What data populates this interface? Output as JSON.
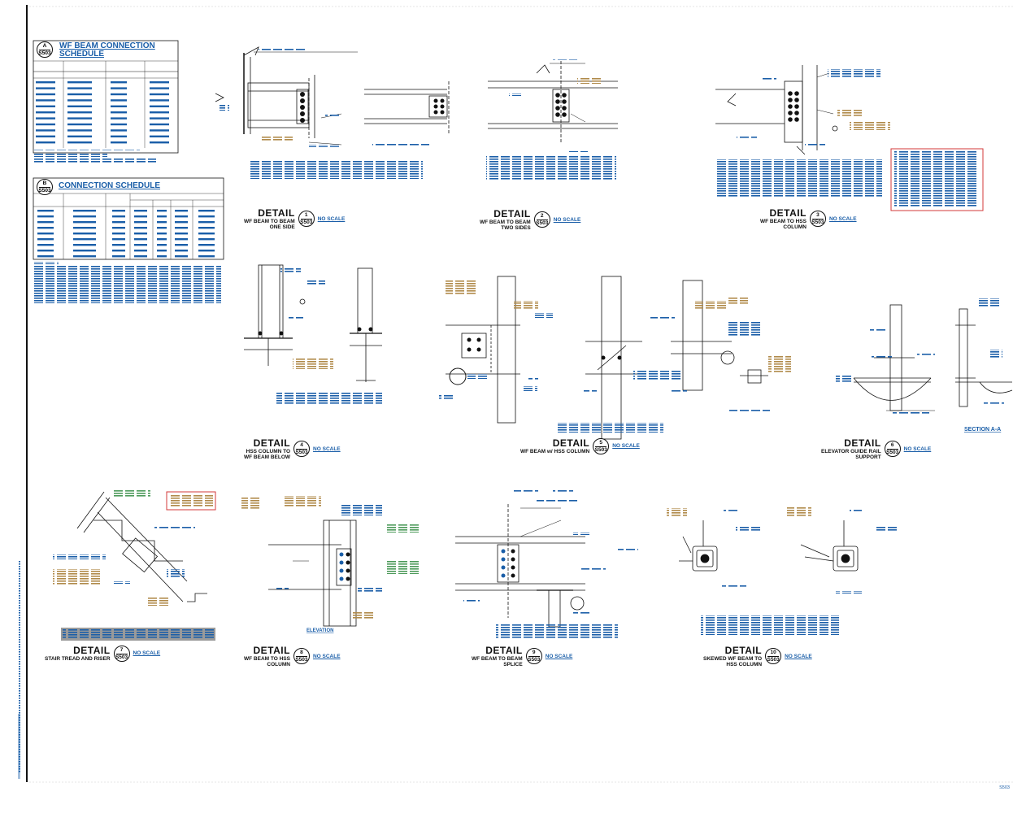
{
  "schedules": {
    "wf_beam": {
      "title_line1": "WF BEAM CONNECTION",
      "title_line2": "SCHEDULE",
      "bubble_top": "A",
      "bubble_bottom": "S503"
    },
    "connection": {
      "title": "CONNECTION SCHEDULE",
      "bubble_top": "B",
      "bubble_bottom": "S503"
    }
  },
  "details": [
    {
      "id": "d1",
      "word": "DETAIL",
      "line1": "WF BEAM TO BEAM",
      "line2": "ONE SIDE",
      "num": "1",
      "sheet": "S503",
      "scale": "NO SCALE"
    },
    {
      "id": "d2",
      "word": "DETAIL",
      "line1": "WF BEAM TO BEAM",
      "line2": "TWO SIDES",
      "num": "2",
      "sheet": "S503",
      "scale": "NO SCALE"
    },
    {
      "id": "d3",
      "word": "DETAIL",
      "line1": "WF BEAM TO HSS",
      "line2": "COLUMN",
      "num": "3",
      "sheet": "S503",
      "scale": "NO SCALE"
    },
    {
      "id": "d4",
      "word": "DETAIL",
      "line1": "HSS COLUMN TO",
      "line2": "WF BEAM BELOW",
      "num": "4",
      "sheet": "S503",
      "scale": "NO SCALE"
    },
    {
      "id": "d5",
      "word": "DETAIL",
      "line1": "WF BEAM w/ HSS COLUMN",
      "line2": "",
      "num": "5",
      "sheet": "S503",
      "scale": "NO SCALE"
    },
    {
      "id": "d6",
      "word": "DETAIL",
      "line1": "ELEVATOR GUIDE RAIL",
      "line2": "SUPPORT",
      "num": "6",
      "sheet": "S503",
      "scale": "NO SCALE"
    },
    {
      "id": "d7",
      "word": "DETAIL",
      "line1": "STAIR TREAD AND RISER",
      "line2": "",
      "num": "7",
      "sheet": "S503",
      "scale": "NO SCALE"
    },
    {
      "id": "d8",
      "word": "DETAIL",
      "line1": "WF BEAM TO HSS",
      "line2": "COLUMN",
      "num": "8",
      "sheet": "S503",
      "scale": "NO SCALE"
    },
    {
      "id": "d9",
      "word": "DETAIL",
      "line1": "WF BEAM TO BEAM",
      "line2": "SPLICE",
      "num": "9",
      "sheet": "S503",
      "scale": "NO SCALE"
    },
    {
      "id": "d10",
      "word": "DETAIL",
      "line1": "SKEWED WF BEAM TO",
      "line2": "HSS COLUMN",
      "num": "10",
      "sheet": "S503",
      "scale": "NO SCALE"
    }
  ],
  "labels": {
    "section_aa": "SECTION A-A",
    "elevation": "ELEVATION"
  },
  "sheet_number": "S503",
  "colors": {
    "line": "#111111",
    "note_blue": "#1a5ea8",
    "note_tan": "#c8a56a",
    "note_green": "#4c9a5a",
    "red_box": "#d33a3a",
    "gray_box": "#9a9a9a"
  }
}
